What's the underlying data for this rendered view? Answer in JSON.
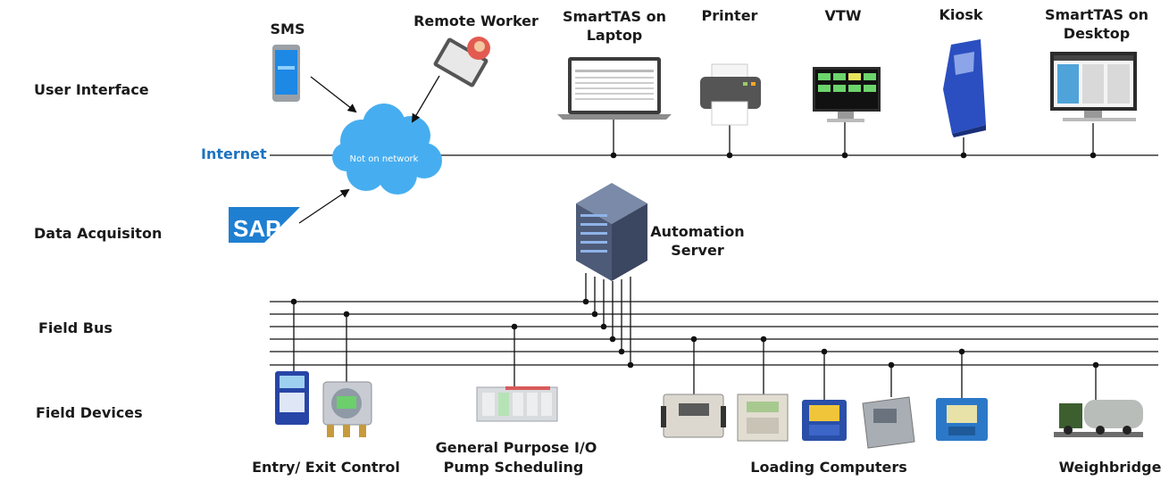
{
  "rows": {
    "user_interface": "User Interface",
    "data_acquisition": "Data Acquisiton",
    "field_bus": "Field Bus",
    "field_devices": "Field Devices"
  },
  "network": {
    "internet_label": "Internet",
    "cloud_label": "Not on network"
  },
  "user_interface_devices": {
    "sms": "SMS",
    "remote_worker": "Remote Worker",
    "laptop_line1": "SmartTAS on",
    "laptop_line2": "Laptop",
    "printer": "Printer",
    "vtw": "VTW",
    "kiosk": "Kiosk",
    "desktop_line1": "SmartTAS on",
    "desktop_line2": "Desktop"
  },
  "data_acquisition_devices": {
    "sap_logo": "SAP",
    "server_line1": "Automation",
    "server_line2": "Server"
  },
  "field_device_groups": {
    "entry_exit": "Entry/ Exit Control",
    "io_line1": "General Purpose I/O",
    "io_line2": "Pump Scheduling",
    "loading": "Loading Computers",
    "weighbridge": "Weighbridge"
  },
  "colors": {
    "cloud": "#46aef0",
    "internet": "#1e73be",
    "sap": "#1f7fd1",
    "kiosk": "#2b4fc0",
    "server": "#5b6c8a"
  },
  "icons": [
    "phone-icon",
    "remote-worker-icon",
    "laptop-icon",
    "printer-icon",
    "monitor-icon",
    "kiosk-icon",
    "desktop-icon",
    "cloud-icon",
    "sap-logo",
    "server-rack-icon",
    "access-terminal-icon",
    "enclosure-icon",
    "io-module-icon",
    "loading-computer-icon",
    "truck-icon"
  ]
}
